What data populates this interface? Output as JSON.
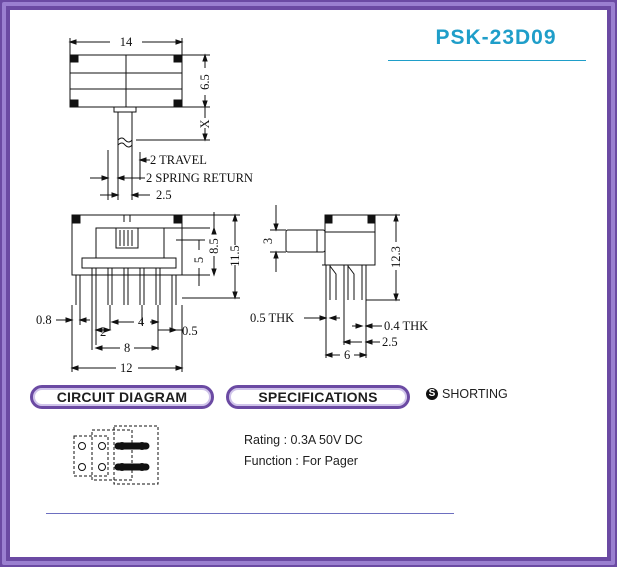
{
  "title": "PSK-23D09",
  "dims": {
    "width_top": "14",
    "height_top": "6.5",
    "x_label": "X",
    "travel": "2 TRAVEL",
    "spring": "2 SPRING RETURN",
    "pitch_top": "2.5",
    "h_85": "8.5",
    "h_115": "11.5",
    "h_5": "5",
    "d_08": "0.8",
    "d_2": "2",
    "d_4": "4",
    "d_05": "0.5",
    "d_8": "8",
    "d_12": "12",
    "side_3": "3",
    "side_123": "12.3",
    "thk_05": "0.5 THK",
    "thk_04": "0.4 THK",
    "side_25": "2.5",
    "side_6": "6"
  },
  "sections": {
    "circuit": "CIRCUIT DIAGRAM",
    "specs": "SPECIFICATIONS",
    "shorting_label": "SHORTING",
    "shorting_icon": "S"
  },
  "specs": {
    "rating": "Rating : 0.3A 50V DC",
    "function": "Function : For Pager"
  },
  "colors": {
    "frame": "#6b4aa3",
    "title": "#1f9ec9",
    "line": "#6d6fc0"
  }
}
